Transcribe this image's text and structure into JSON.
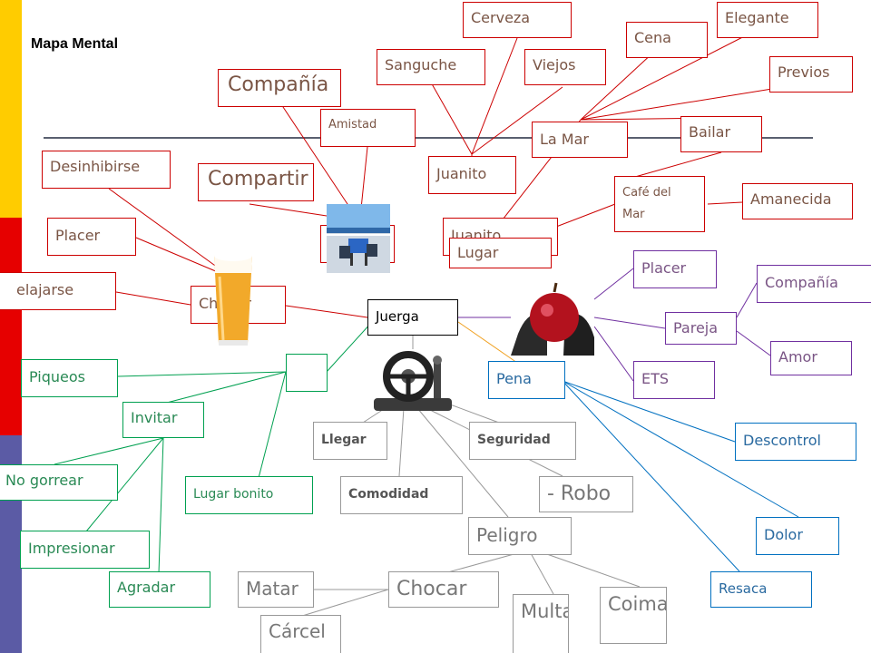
{
  "title": "Mapa Mental",
  "center": "Juerga",
  "nodes": {
    "cerveza": "Cerveza",
    "elegante": "Elegante",
    "cena": "Cena",
    "sanguche": "Sanguche",
    "viejos": "Viejos",
    "previos": "Previos",
    "compania": "Compañía",
    "amistad": "Amistad",
    "la_mar": "La Mar",
    "bailar": "Bailar",
    "desinhibirse": "Desinhibirse",
    "juanito_1": "Juanito",
    "compartir": "Compartir",
    "cafe_del_mar": "Café del Mar",
    "amanecida": "Amanecida",
    "placer_red": "Placer",
    "juanito_2": "Juanito",
    "lugar": "Lugar",
    "placer_purple": "Placer",
    "compania_purple": "Compañía",
    "relajarse": "elajarse",
    "chupar": "Chupar",
    "pareja": "Pareja",
    "amor": "Amor",
    "piqueos": "Piqueos",
    "pena": "Pena",
    "ets": "ETS",
    "invitar": "Invitar",
    "llegar": "Llegar",
    "seguridad": "Seguridad",
    "descontrol": "Descontrol",
    "no_gorrear": "No gorrear",
    "lugar_bonito": "Lugar bonito",
    "comodidad": "Comodidad",
    "robo": "- Robo",
    "peligro": "Peligro",
    "dolor": "Dolor",
    "impresionar": "Impresionar",
    "agradar": "Agradar",
    "matar": "Matar",
    "chocar": "Chocar",
    "multa": "Multa",
    "coima": "Coima",
    "resaca": "Resaca",
    "carcel": "Cárcel"
  },
  "colors": {
    "yellow": "#ffcc00",
    "red": "#e60000",
    "purple": "#5b5ba5",
    "branch_red": "#cc0000",
    "branch_purple": "#7030a0",
    "branch_orange": "#f0a020",
    "branch_green": "#00a050",
    "branch_gray": "#999999"
  },
  "icons": [
    "beer-glass-icon",
    "terrace-chairs-icon",
    "apple-hand-icon",
    "steering-wheel-icon"
  ]
}
